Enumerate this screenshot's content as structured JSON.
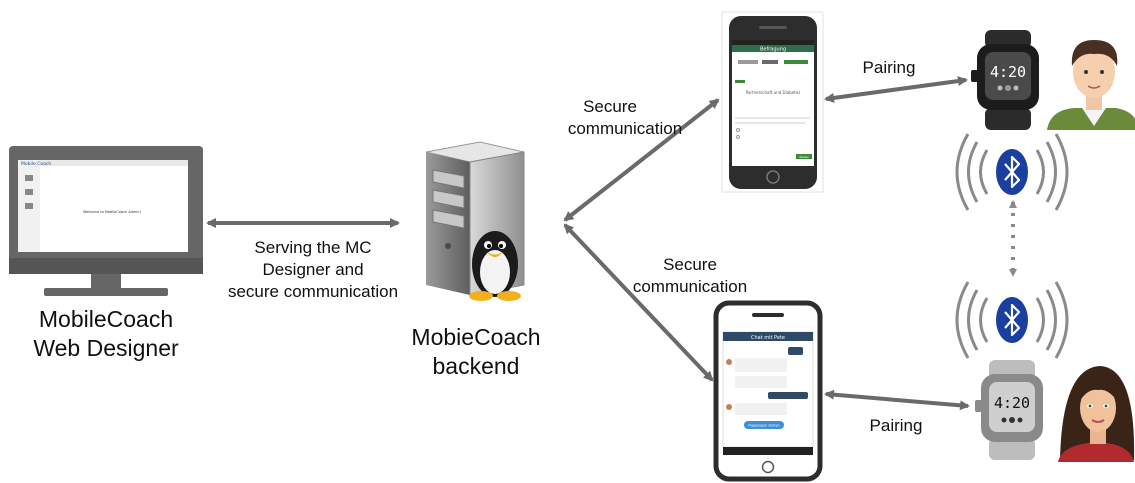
{
  "nodes": {
    "web_designer": {
      "label_line1": "MobileCoach",
      "label_line2": "Web Designer",
      "screen_logo": "Mobile Coach",
      "screen_welcome": "Welcome to MobileCoach Admin!"
    },
    "backend": {
      "label_line1": "MobieCoach",
      "label_line2": "backend"
    },
    "phone_top": {
      "header": "Befragung",
      "text_line": "Partnerschaft und Diabetes",
      "button": "Weiter"
    },
    "phone_bottom": {
      "header": "Chat mit Pete",
      "chip": "Fragebogen starten"
    },
    "watch_top": {
      "time": "4:20"
    },
    "watch_bottom": {
      "time": "4:20"
    }
  },
  "edges": {
    "designer_backend": {
      "line1": "Serving the MC",
      "line2": "Designer and",
      "line3": "secure communication"
    },
    "backend_phone_top": {
      "line1": "Secure",
      "line2": "communication"
    },
    "backend_phone_bottom": {
      "line1": "Secure",
      "line2": "communication"
    },
    "phone_top_watch": {
      "label": "Pairing"
    },
    "phone_bottom_watch": {
      "label": "Pairing"
    }
  },
  "icons": [
    "monitor-icon",
    "server-icon",
    "penguin-icon",
    "smartphone-icon",
    "smartwatch-icon",
    "bluetooth-icon",
    "male-avatar-icon",
    "female-avatar-icon"
  ],
  "colors": {
    "arrow": "#6a6a6a",
    "monitor": "#666666",
    "bluetooth": "#1a3f9e",
    "server": "#b4b4b4"
  }
}
